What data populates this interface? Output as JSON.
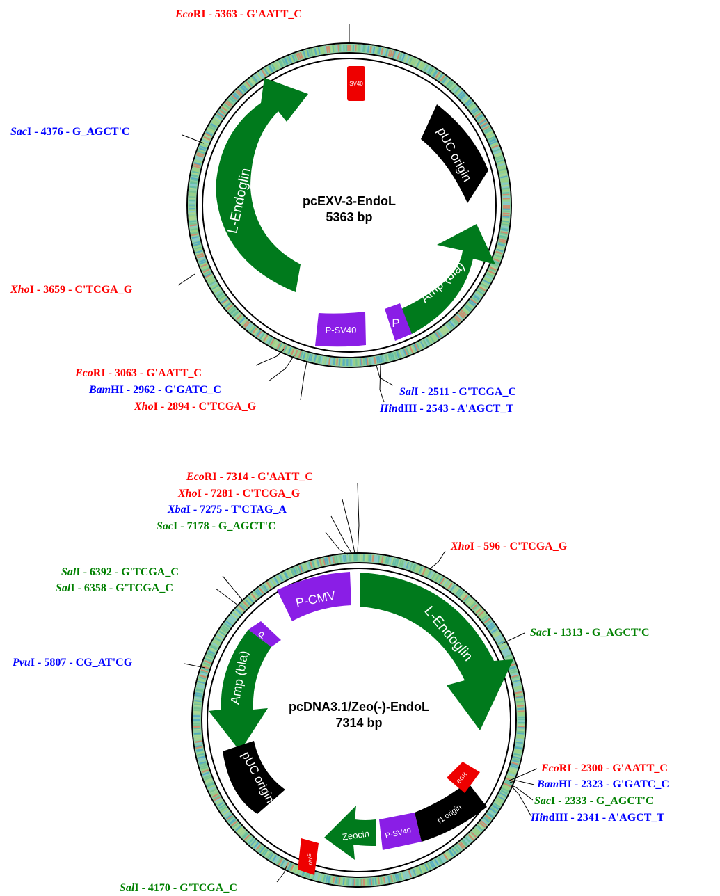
{
  "colors": {
    "red": "#ff0000",
    "blue": "#0000ff",
    "green": "#008000",
    "feature_green": "#007a1c",
    "promoter_purple": "#8a1ee6",
    "black_feature": "#000000",
    "sv40_red": "#ee0000"
  },
  "maps": [
    {
      "name": "pcEXV-3-EndoL",
      "size": "5363 bp",
      "features": [
        {
          "label": "SV40",
          "kind": "small-red"
        },
        {
          "label": "pUC origin",
          "kind": "box-black"
        },
        {
          "label": "Amp (bla)",
          "kind": "arrow-green"
        },
        {
          "label": "P",
          "kind": "box-purple"
        },
        {
          "label": "P-SV40",
          "kind": "box-purple"
        },
        {
          "label": "L-Endoglin",
          "kind": "arrow-green"
        }
      ],
      "sites": [
        {
          "enzyme_italic": "Eco",
          "enzyme_rest": "RI",
          "text": " - 5363 - G'AATT_C",
          "color": "red"
        },
        {
          "enzyme_italic": "Sac",
          "enzyme_rest": "I",
          "text": " - 4376 - G_AGCT'C",
          "color": "blue"
        },
        {
          "enzyme_italic": "Xho",
          "enzyme_rest": "I",
          "text": " - 3659 - C'TCGA_G",
          "color": "red"
        },
        {
          "enzyme_italic": "Eco",
          "enzyme_rest": "RI",
          "text": " - 3063 - G'AATT_C",
          "color": "red"
        },
        {
          "enzyme_italic": "Bam",
          "enzyme_rest": "HI",
          "text": " - 2962 - G'GATC_C",
          "color": "blue"
        },
        {
          "enzyme_italic": "Xho",
          "enzyme_rest": "I",
          "text": " - 2894 - C'TCGA_G",
          "color": "red"
        },
        {
          "enzyme_italic": "Sal",
          "enzyme_rest": "I",
          "text": " - 2511 - G'TCGA_C",
          "color": "blue"
        },
        {
          "enzyme_italic": "Hin",
          "enzyme_rest": "dIII",
          "text": " - 2543 - A'AGCT_T",
          "color": "blue"
        }
      ]
    },
    {
      "name": "pcDNA3.1/Zeo(-)-EndoL",
      "size": "7314 bp",
      "features": [
        {
          "label": "P-CMV",
          "kind": "box-purple"
        },
        {
          "label": "L-Endoglin",
          "kind": "arrow-green"
        },
        {
          "label": "Amp (bla)",
          "kind": "arrow-green"
        },
        {
          "label": "P",
          "kind": "box-purple"
        },
        {
          "label": "pUC origin",
          "kind": "box-black"
        },
        {
          "label": "SV40",
          "kind": "small-red"
        },
        {
          "label": "Zeocin",
          "kind": "arrow-green"
        },
        {
          "label": "P-SV40",
          "kind": "box-purple"
        },
        {
          "label": "f1 origin",
          "kind": "box-black"
        },
        {
          "label": "BGH",
          "kind": "small-red"
        }
      ],
      "sites": [
        {
          "enzyme_italic": "Eco",
          "enzyme_rest": "RI",
          "text": " - 7314 - G'AATT_C",
          "color": "red"
        },
        {
          "enzyme_italic": "Xho",
          "enzyme_rest": "I",
          "text": " - 7281 - C'TCGA_G",
          "color": "red"
        },
        {
          "enzyme_italic": "Xba",
          "enzyme_rest": "I",
          "text": " - 7275 - T'CTAG_A",
          "color": "blue"
        },
        {
          "enzyme_italic": "Sac",
          "enzyme_rest": "I",
          "text": " - 7178 - G_AGCT'C",
          "color": "green"
        },
        {
          "enzyme_italic": "Xho",
          "enzyme_rest": "I",
          "text": " - 596 - C'TCGA_G",
          "color": "red"
        },
        {
          "enzyme_italic": "Sal",
          "enzyme_rest": "I",
          "text": " - 6392 - G'TCGA_C",
          "color": "green"
        },
        {
          "enzyme_italic": "Sal",
          "enzyme_rest": "I",
          "text": " - 6358 - G'TCGA_C",
          "color": "green"
        },
        {
          "enzyme_italic": "Sac",
          "enzyme_rest": "I",
          "text": " - 1313 - G_AGCT'C",
          "color": "green"
        },
        {
          "enzyme_italic": "Pvu",
          "enzyme_rest": "I",
          "text": " - 5807 - CG_AT'CG",
          "color": "blue"
        },
        {
          "enzyme_italic": "Eco",
          "enzyme_rest": "RI",
          "text": " - 2300 - G'AATT_C",
          "color": "red"
        },
        {
          "enzyme_italic": "Bam",
          "enzyme_rest": "HI",
          "text": " - 2323 - G'GATC_C",
          "color": "blue"
        },
        {
          "enzyme_italic": "Sac",
          "enzyme_rest": "I",
          "text": " - 2333 - G_AGCT'C",
          "color": "green"
        },
        {
          "enzyme_italic": "Hin",
          "enzyme_rest": "dIII",
          "text": " - 2341 - A'AGCT_T",
          "color": "blue"
        },
        {
          "enzyme_italic": "Sal",
          "enzyme_rest": "I",
          "text": " - 4170 - G'TCGA_C",
          "color": "green"
        }
      ]
    }
  ]
}
